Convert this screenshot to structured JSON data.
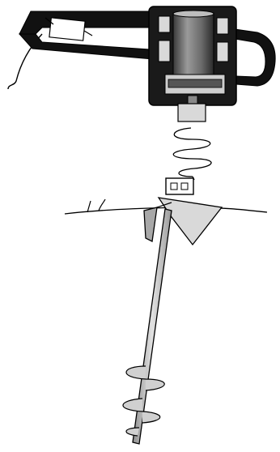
{
  "diagram": {
    "components": [
      {
        "id": "auger-powerhead",
        "icon": "engine-motor-icon"
      },
      {
        "id": "handlebar",
        "icon": "handle-icon"
      },
      {
        "id": "throttle-control",
        "icon": "throttle-icon"
      },
      {
        "id": "drive-coupling",
        "icon": "coupling-icon"
      },
      {
        "id": "compression-spring",
        "icon": "spring-icon"
      },
      {
        "id": "anchor-head",
        "icon": "anchor-eye-icon"
      },
      {
        "id": "anchor-bracket-plate",
        "icon": "bracket-icon"
      },
      {
        "id": "ground-surface",
        "icon": "ground-line-icon"
      },
      {
        "id": "grass-tuft",
        "icon": "grass-icon"
      },
      {
        "id": "anchor-shaft",
        "icon": "shaft-icon"
      },
      {
        "id": "helix-plates",
        "icon": "helix-auger-icon"
      }
    ],
    "colors": {
      "outline": "#000000",
      "motor_dark": "#2b2b2b",
      "motor_mid": "#7a7a7a",
      "motor_light": "#cfcfcf",
      "fill_light": "#d9d9d9",
      "shaft": "#bdbdbd",
      "background": "#ffffff"
    }
  }
}
